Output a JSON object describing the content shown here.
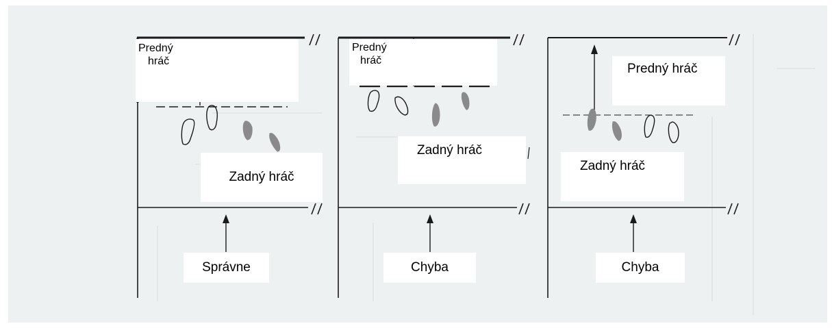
{
  "panels": [
    {
      "front_label_line1": "Predný",
      "front_label_line2": "hráč",
      "back_label": "Zadný hráč",
      "verdict": "Správne"
    },
    {
      "front_label_line1": "Predný",
      "front_label_line2": "hráč",
      "back_label": "Zadný hráč",
      "verdict": "Chyba"
    },
    {
      "front_label": "Predný hráč",
      "back_label": "Zadný hráč",
      "verdict": "Chyba"
    }
  ],
  "break_mark": "//",
  "colors": {
    "background": "#eef1f1",
    "line": "#1a1a1a",
    "footprint_shaded": "#8a8a8a"
  }
}
